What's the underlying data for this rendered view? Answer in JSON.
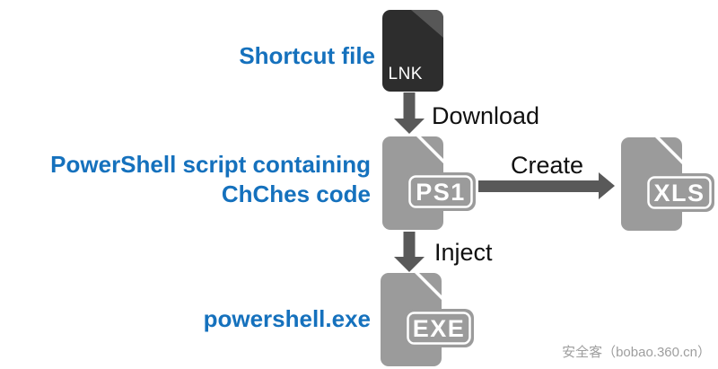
{
  "colors": {
    "accent": "#1571BD",
    "icon-gray": "#9B9B9B",
    "icon-dark": "#2D2D2D",
    "icon-dark-fold": "#575757",
    "arrow": "#595959",
    "label": "#101010",
    "watermark": "#9E9E9E"
  },
  "nodes": {
    "lnk": {
      "caption": "Shortcut file",
      "file_type": "LNK"
    },
    "ps1": {
      "caption_lines": [
        "PowerShell script containing",
        "ChChes code"
      ],
      "file_type": "PS1"
    },
    "xls": {
      "file_type": "XLS"
    },
    "exe": {
      "caption": "powershell.exe",
      "file_type": "EXE"
    }
  },
  "edges": {
    "download": {
      "label": "Download"
    },
    "create": {
      "label": "Create"
    },
    "inject": {
      "label": "Inject"
    }
  },
  "watermark": {
    "text": "安全客（bobao.360.cn）"
  }
}
